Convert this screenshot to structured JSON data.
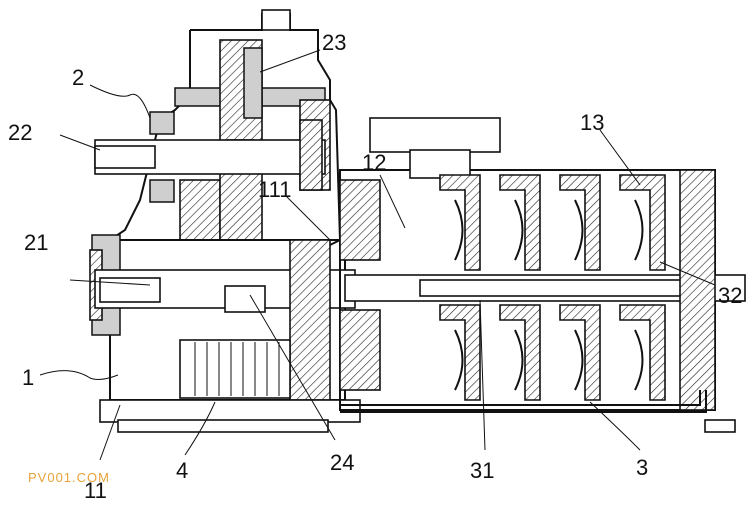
{
  "callouts": {
    "c1": "1",
    "c2": "2",
    "c3": "3",
    "c4": "4",
    "c11": "11",
    "c12": "12",
    "c13": "13",
    "c21": "21",
    "c22": "22",
    "c23": "23",
    "c24": "24",
    "c31": "31",
    "c32": "32",
    "c111": "111"
  },
  "watermark": "PV001.COM"
}
